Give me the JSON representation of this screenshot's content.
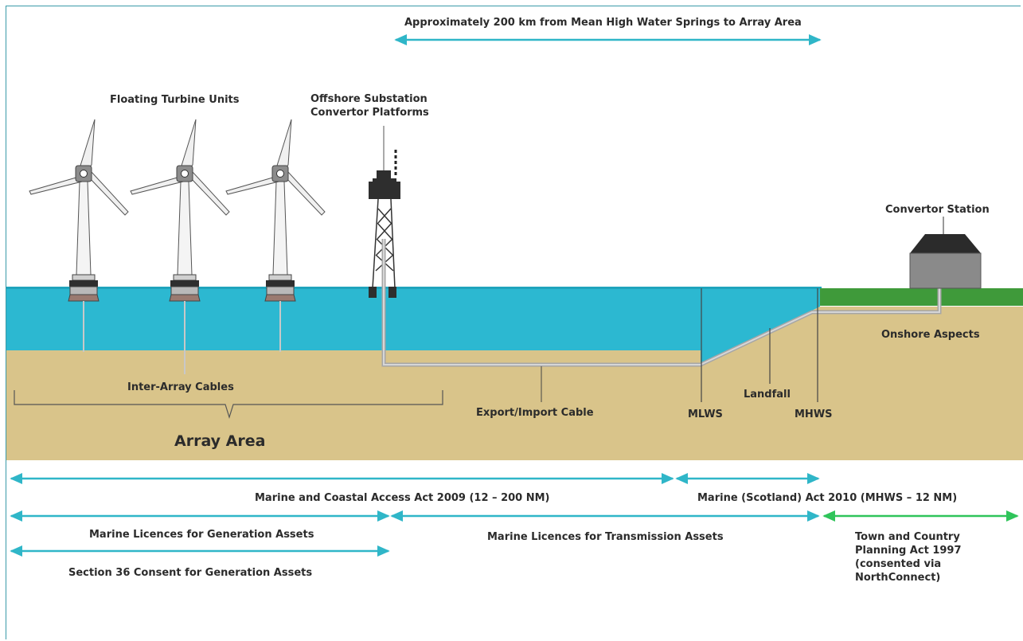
{
  "labels": {
    "distance_note": "Approximately 200 km from Mean High Water Springs to Array Area",
    "turbines": "Floating Turbine Units",
    "substation": "Offshore Substation\nConvertor Platforms",
    "convertor_station": "Convertor Station",
    "onshore": "Onshore Aspects",
    "landfall": "Landfall",
    "inter_array": "Inter-Array Cables",
    "export_cable": "Export/Import Cable",
    "mlws": "MLWS",
    "mhws": "MHWS",
    "array_area": "Array Area"
  },
  "legislation": {
    "marine_coastal_act": "Marine and Coastal Access Act 2009 (12 – 200 NM)",
    "marine_scotland_act": "Marine (Scotland) Act 2010 (MHWS – 12 NM)",
    "licences_generation": "Marine Licences for Generation Assets",
    "licences_transmission": "Marine Licences for Transmission Assets",
    "section36": "Section 36 Consent for Generation Assets",
    "town_country": "Town and Country\nPlanning Act 1997\n(consented via\nNorthConnect)"
  },
  "colors": {
    "sea": "#2cb8d1",
    "seabed": "#d9c48a",
    "land": "#3f9a3a",
    "arrow_teal": "#2fb6c8",
    "arrow_green": "#2fc45a",
    "cable": "#a6a6a6",
    "text": "#2b2b2b"
  }
}
